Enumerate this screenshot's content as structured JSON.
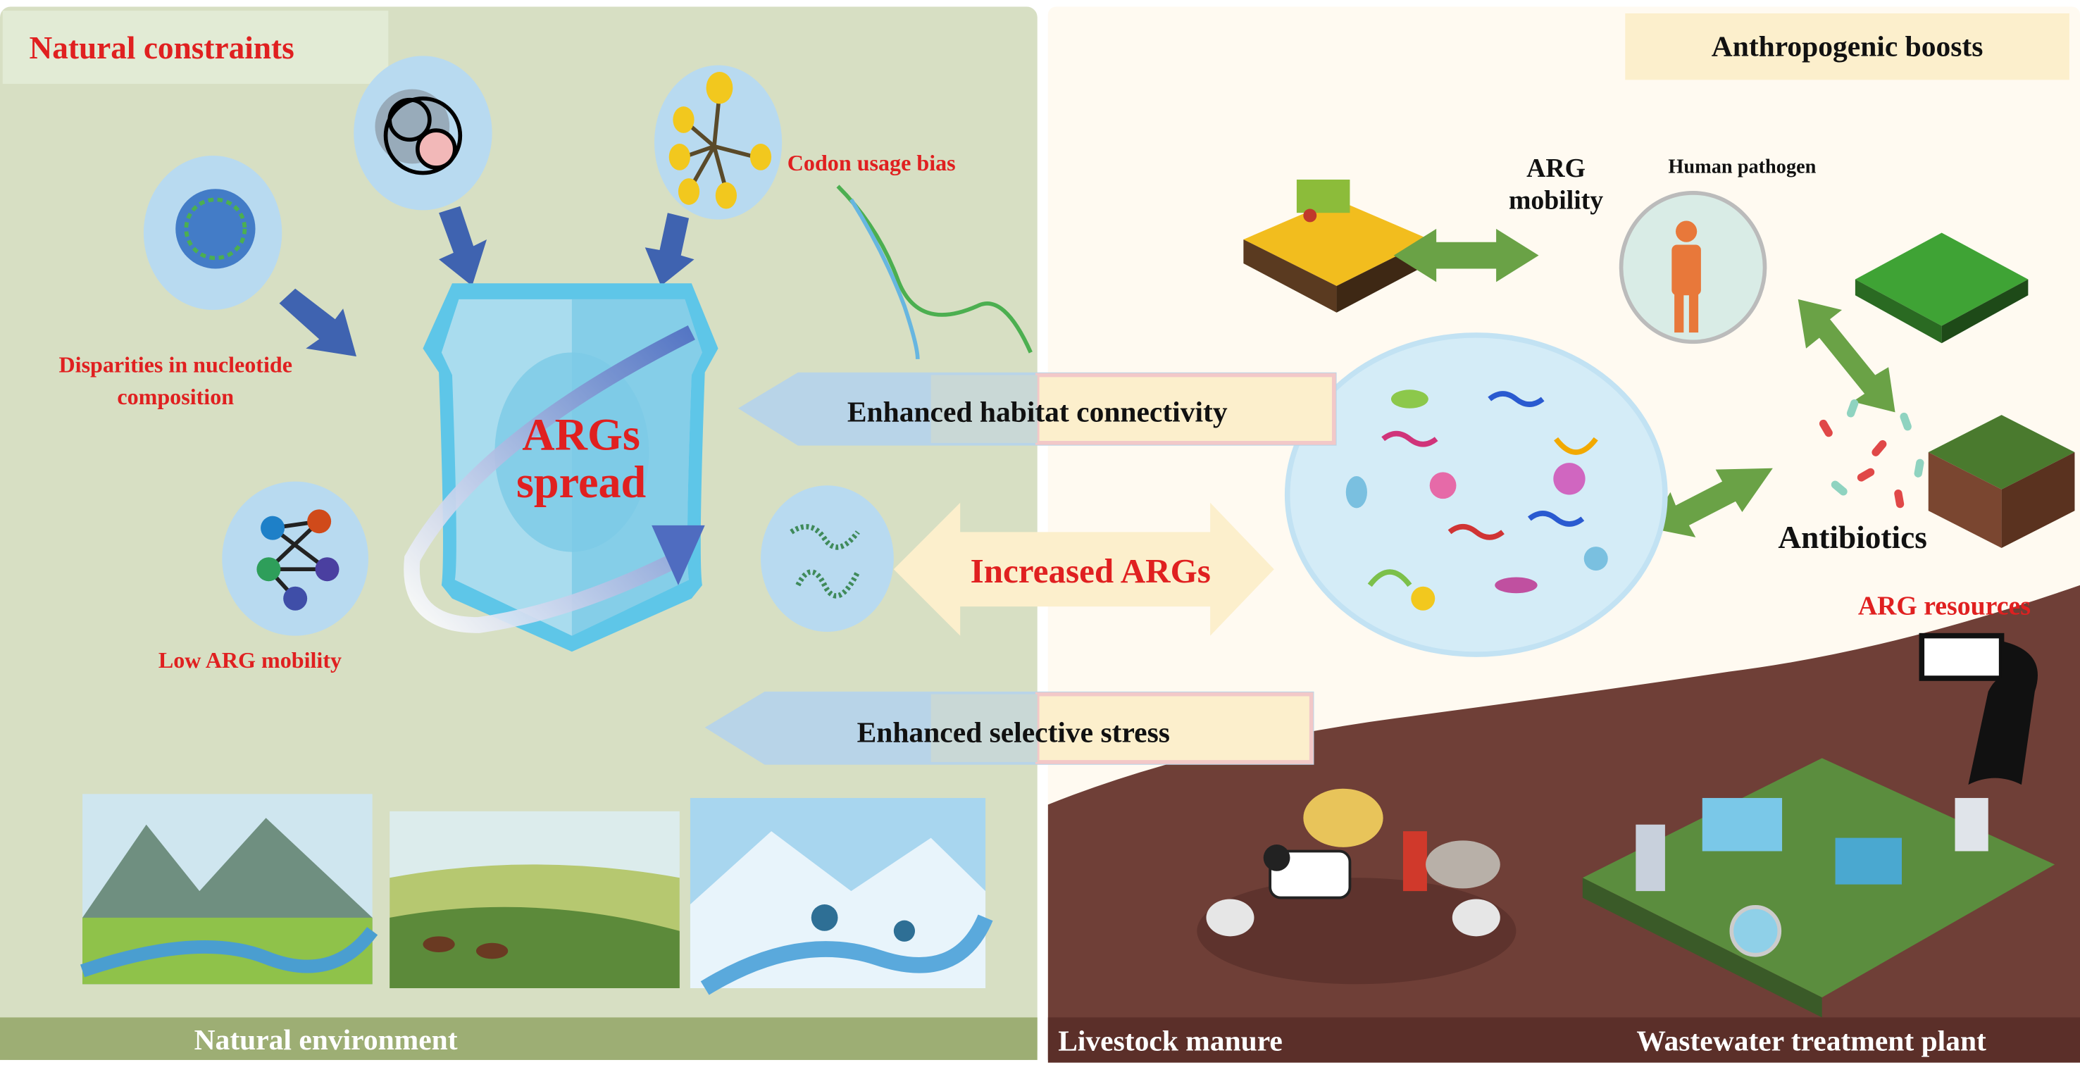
{
  "left_panel": {
    "title": "Natural constraints",
    "labels": {
      "codon": "Codon usage bias",
      "nucleotide_line1": "Disparities in nucleotide",
      "nucleotide_line2": "composition",
      "mobility": "Low ARG mobility"
    },
    "shield": {
      "line1": "ARGs",
      "line2": "spread"
    },
    "footer": "Natural environment"
  },
  "middle_arrows": {
    "habitat": "Enhanced habitat connectivity",
    "increased": "Increased ARGs",
    "stress": "Enhanced selective stress"
  },
  "right_panel": {
    "title": "Anthropogenic boosts",
    "arg_mobility_line1": "ARG",
    "arg_mobility_line2": "mobility",
    "human_pathogen": "Human pathogen",
    "antibiotics": "Antibiotics",
    "arg_resources": "ARG resources",
    "footer_left": "Livestock manure",
    "footer_right": "Wastewater treatment plant"
  },
  "colors": {
    "left_bg": "#d7dfc3",
    "right_bg": "#fffaf1",
    "accent_red": "#e02020",
    "arrow_blue": "#3f63b0",
    "arrow_green": "#6aa246",
    "soil": "#6f3f37"
  }
}
